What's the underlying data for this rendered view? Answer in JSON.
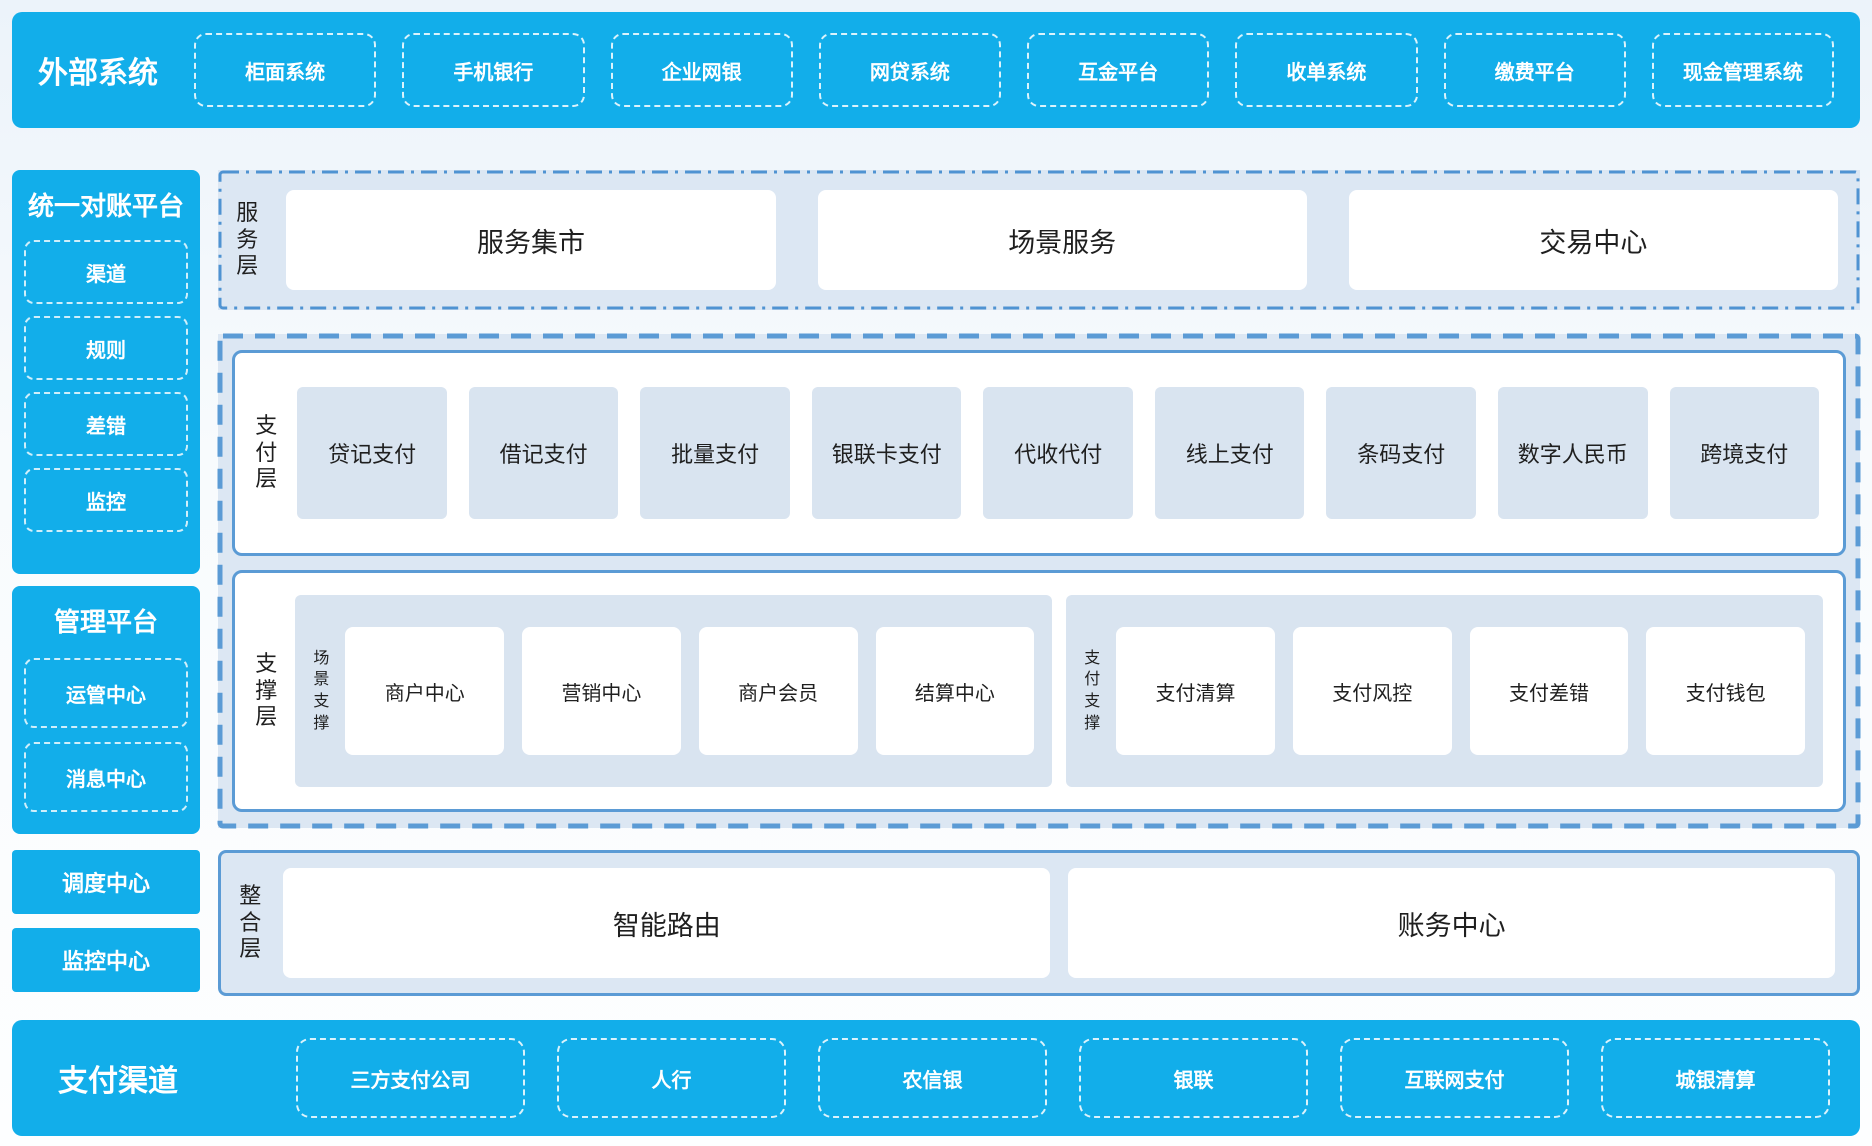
{
  "colors": {
    "brand_blue": "#12aeea",
    "panel_fill": "#dce7f3",
    "item_fill": "#d9e4f0",
    "line_blue": "#5b9bd5",
    "text_dark": "#1f1f1f",
    "text_light": "#ffffff"
  },
  "top_bar": {
    "title": "外部系统",
    "items": [
      "柜面系统",
      "手机银行",
      "企业网银",
      "网贷系统",
      "互金平台",
      "收单系统",
      "缴费平台",
      "现金管理系统"
    ]
  },
  "left": {
    "reconciliation": {
      "title": "统一对账平台",
      "items": [
        "渠道",
        "规则",
        "差错",
        "监控"
      ]
    },
    "management": {
      "title": "管理平台",
      "items": [
        "运管中心",
        "消息中心"
      ]
    },
    "standalone": [
      "调度中心",
      "监控中心"
    ]
  },
  "layers": {
    "service": {
      "label": "服务层",
      "items": [
        "服务集市",
        "场景服务",
        "交易中心"
      ]
    },
    "payment": {
      "label": "支付层",
      "items": [
        "贷记支付",
        "借记支付",
        "批量支付",
        "银联卡支付",
        "代收代付",
        "线上支付",
        "条码支付",
        "数字人民币",
        "跨境支付"
      ]
    },
    "support": {
      "label": "支撑层",
      "groups": [
        {
          "label": "场景支撑",
          "items": [
            "商户中心",
            "营销中心",
            "商户会员",
            "结算中心"
          ]
        },
        {
          "label": "支付支撑",
          "items": [
            "支付清算",
            "支付风控",
            "支付差错",
            "支付钱包"
          ]
        }
      ]
    },
    "integration": {
      "label": "整合层",
      "items": [
        "智能路由",
        "账务中心"
      ]
    }
  },
  "bottom_bar": {
    "title": "支付渠道",
    "items": [
      "三方支付公司",
      "人行",
      "农信银",
      "银联",
      "互联网支付",
      "城银清算"
    ]
  }
}
